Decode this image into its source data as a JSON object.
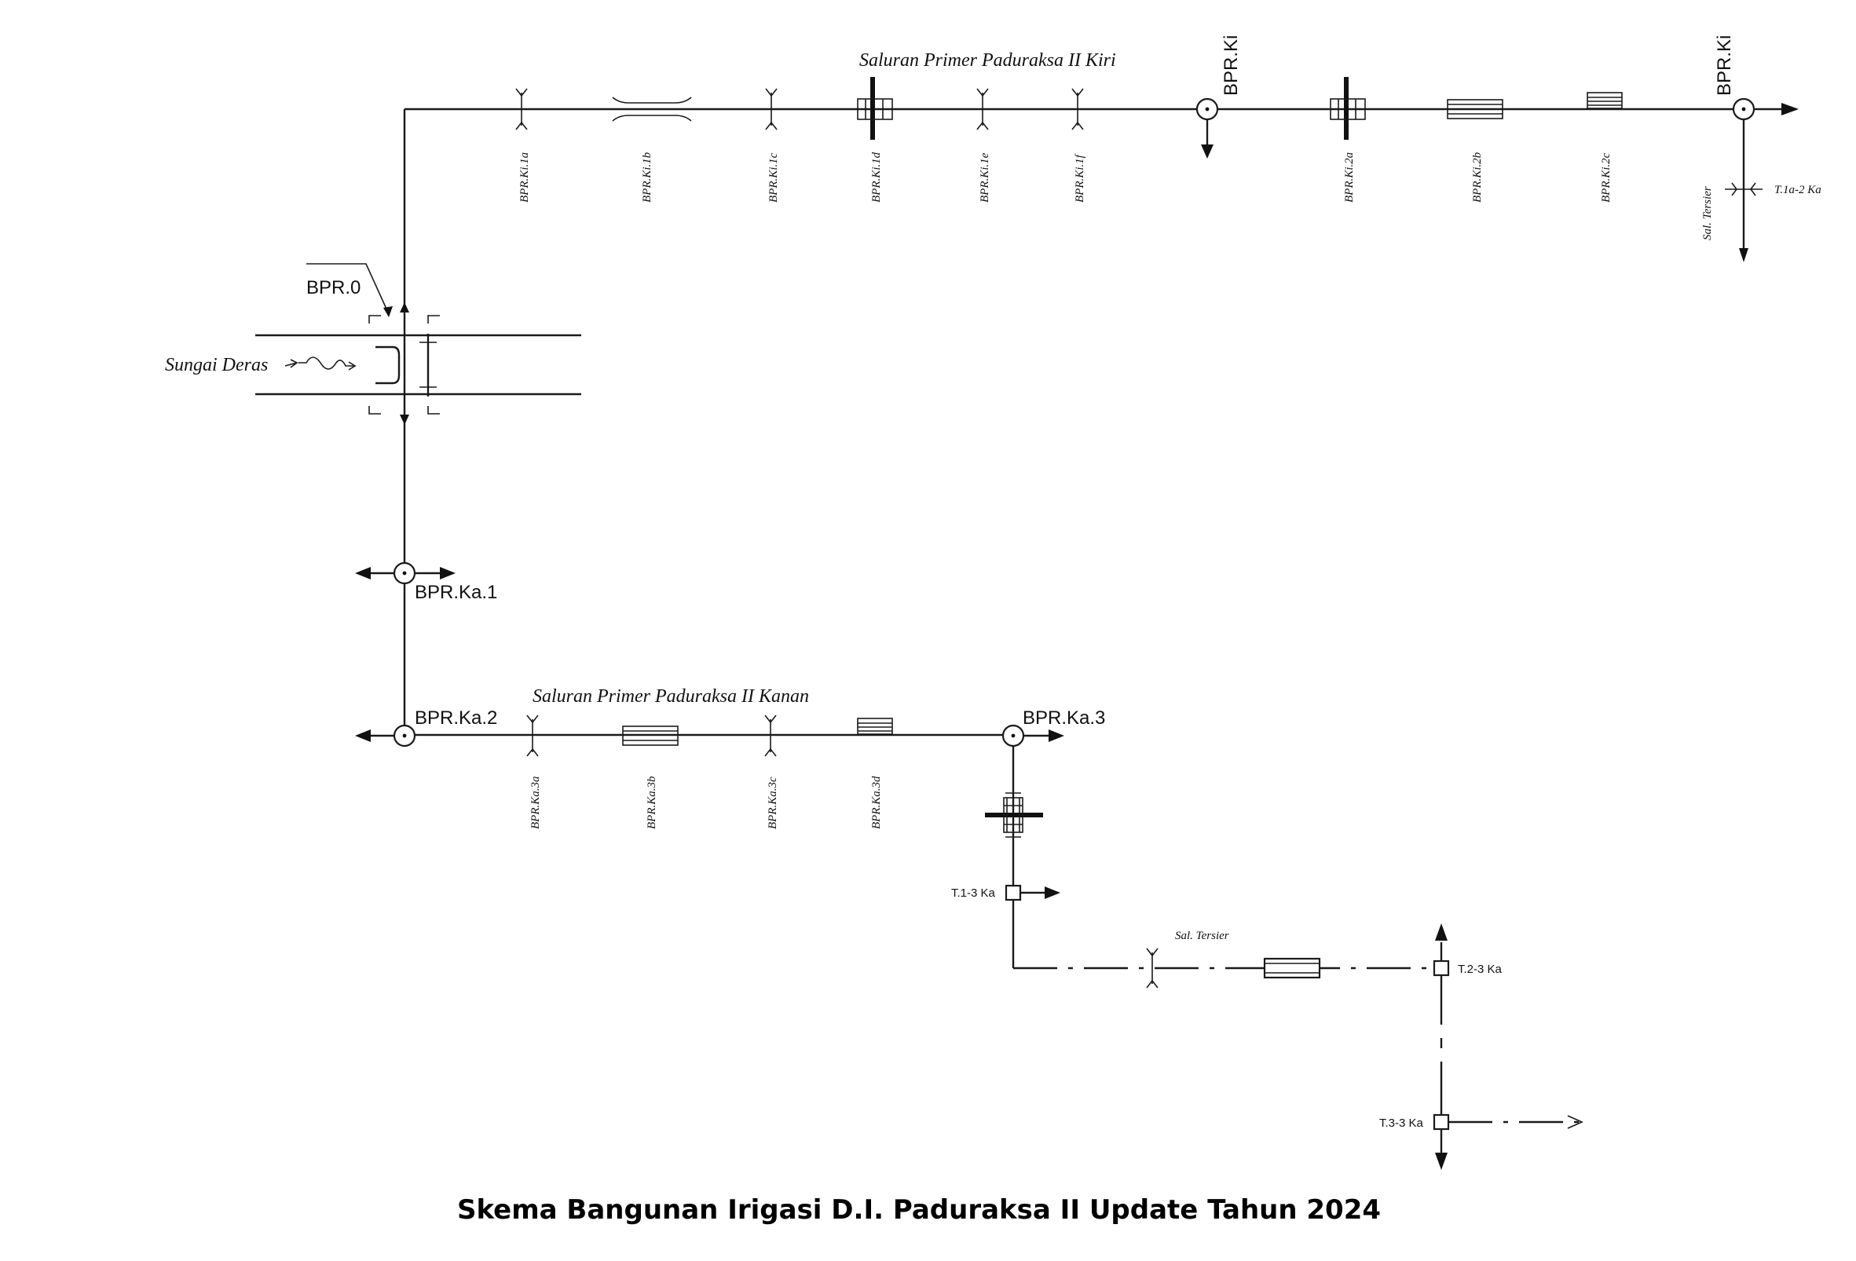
{
  "title": "Skema Bangunan Irigasi D.I. Paduraksa II Update Tahun 2024",
  "river": {
    "label": "Sungai Deras"
  },
  "nodes": {
    "bpr0": "BPR.0",
    "bpr_ki": "BPR.Ki",
    "bpr_ki_end": "BPR.Ki",
    "bpr_ka1": "BPR.Ka.1",
    "bpr_ka2": "BPR.Ka.2",
    "bpr_ka3": "BPR.Ka.3"
  },
  "channels": {
    "kiri": "Saluran Primer Paduraksa II Kiri",
    "kanan": "Saluran Primer Paduraksa II Kanan",
    "tersier_ki": "Sal. Tersier",
    "tersier_ka": "Sal. Tersier"
  },
  "structures_kiri": [
    "BPR.Ki.1a",
    "BPR.Ki.1b",
    "BPR.Ki.1c",
    "BPR.Ki.1d",
    "BPR.Ki.1e",
    "BPR.Ki.1f",
    "BPR.Ki.2a",
    "BPR.Ki.2b",
    "BPR.Ki.2c"
  ],
  "structures_kanan": [
    "BPR.Ka.3a",
    "BPR.Ka.3b",
    "BPR.Ka.3c",
    "BPR.Ka.3d"
  ],
  "tertiary": {
    "t1a_2_ka": "T.1a-2 Ka",
    "t1_3_ka": "T.1-3 Ka",
    "t2_3_ka": "T.2-3 Ka",
    "t3_3_ka": "T.3-3 Ka"
  }
}
